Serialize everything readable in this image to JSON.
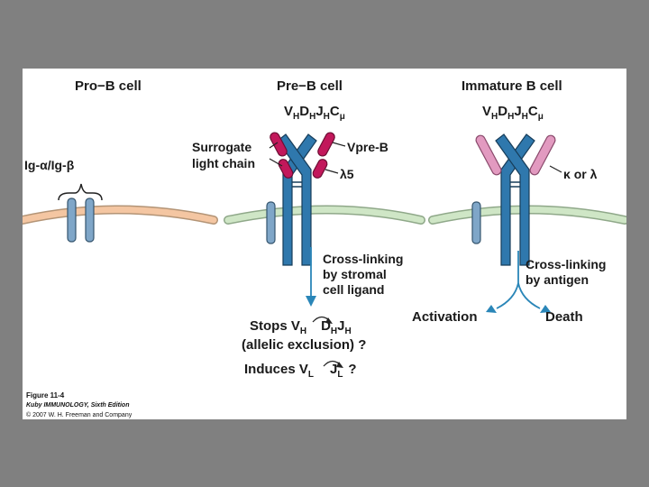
{
  "panels": {
    "pro_b": {
      "title": "Pro−B cell",
      "receptor_label": "Ig-α/Ig-β"
    },
    "pre_b": {
      "title": "Pre−B cell",
      "heavy_chain": {
        "V": "V",
        "Vs": "H",
        "D": "D",
        "Ds": "H",
        "J": "J",
        "Js": "H",
        "C": "C",
        "Cs": "μ"
      },
      "surrogate_line1": "Surrogate",
      "surrogate_line2": "light chain",
      "vpreb": "Vpre-B",
      "lambda5": "λ5",
      "crosslink_line1": "Cross-linking",
      "crosslink_line2": "by stromal",
      "crosslink_line3": "cell ligand",
      "stops": "Stops V",
      "stops_sub": "H",
      "stops_d": "D",
      "stops_d_sub": "H",
      "stops_j": "J",
      "stops_j_sub": "H",
      "allelic": "(allelic exclusion) ?",
      "induces": "Induces V",
      "induces_sub": "L",
      "induces_j": "J",
      "induces_j_sub": "L",
      "induces_q": "?"
    },
    "immature_b": {
      "title": "Immature B cell",
      "heavy_chain": {
        "V": "V",
        "Vs": "H",
        "D": "D",
        "Ds": "H",
        "J": "J",
        "Js": "H",
        "C": "C",
        "Cs": "μ"
      },
      "light_label": "κ or λ",
      "crosslink_line1": "Cross-linking",
      "crosslink_line2": "by antigen",
      "activation": "Activation",
      "death": "Death"
    }
  },
  "caption": {
    "figure": "Figure 11-4",
    "book": "Kuby IMMUNOLOGY, Sixth Edition",
    "copyright": "© 2007 W. H. Freeman and Company"
  },
  "colors": {
    "membrane_pro": "#f4c6a2",
    "membrane_other": "#cfe6c6",
    "ig_alpha_beta": "#7fa6c8",
    "heavy_chain": "#2f78ad",
    "surrogate": "#c2185b",
    "light_chain": "#e29ac0",
    "arrow": "#2a86b8"
  }
}
